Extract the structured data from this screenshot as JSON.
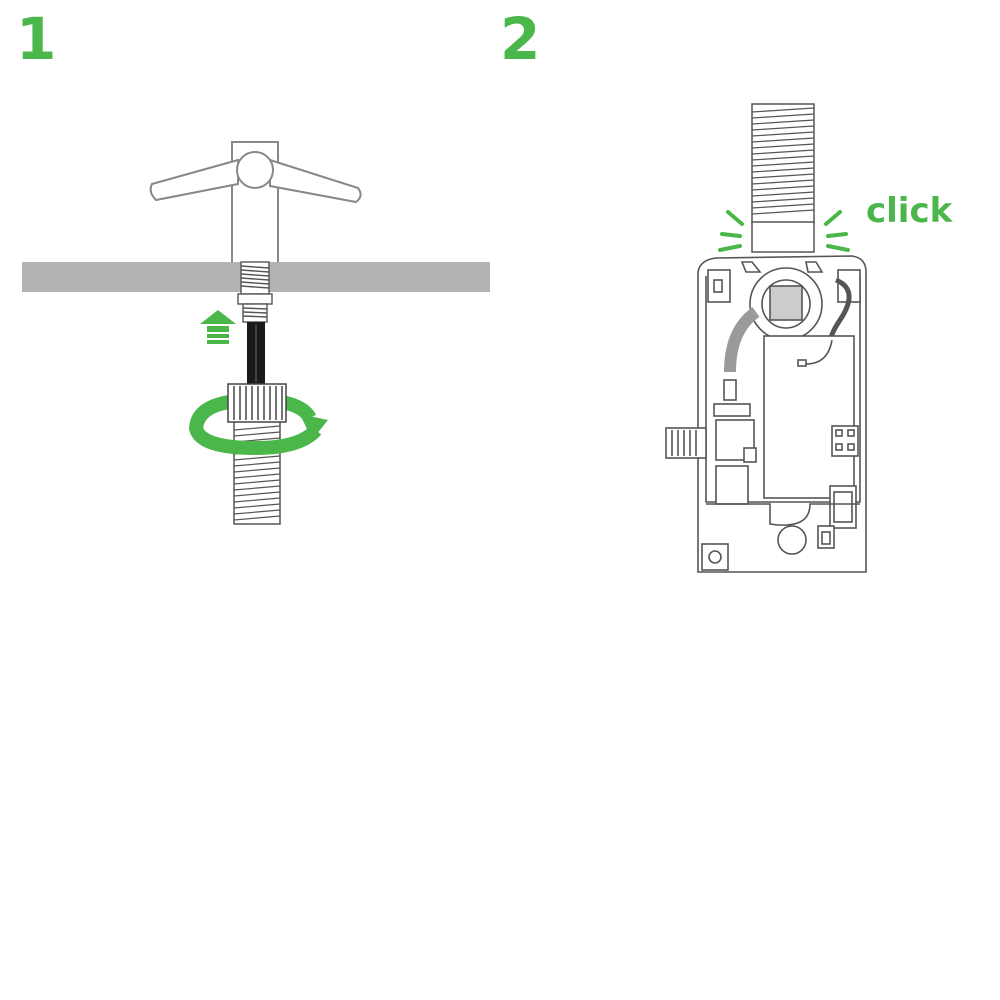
{
  "colors": {
    "accent": "#4bb74a",
    "line": "#555555",
    "line_light": "#888888",
    "countertop": "#b3b3b3",
    "tube": "#1a1a1a",
    "pipe_gray": "#9a9a9a"
  },
  "steps": [
    {
      "number": "1",
      "icons": [
        "faucet-icon",
        "countertop",
        "push-up-arrow-icon",
        "rotate-arrow-icon",
        "flexible-hose-icon"
      ]
    },
    {
      "number": "2",
      "icons": [
        "flexible-hose-icon",
        "click-indicator-icon",
        "water-heater-unit-icon"
      ],
      "click_label": "click"
    }
  ]
}
